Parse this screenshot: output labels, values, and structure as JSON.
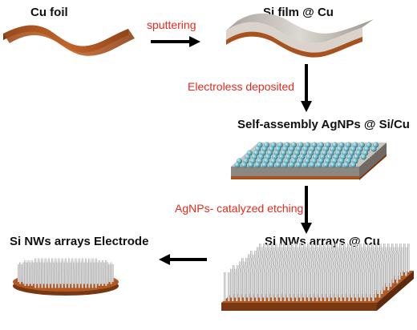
{
  "stages": {
    "cu_foil": "Cu foil",
    "si_film": "Si film @ Cu",
    "agnps": "Self-assembly AgNPs @ Si/Cu",
    "si_nw_arrays": "Si NWs arrays @ Cu",
    "electrode": "Si NWs arrays Electrode"
  },
  "steps": {
    "sputtering": "sputtering",
    "electroless": "Electroless deposited",
    "etching": "AgNPs- catalyzed etching"
  },
  "colors": {
    "copper": "#b35a23",
    "copper_dark": "#7a3812",
    "silicon": "#c9c4bd",
    "silicon_dark": "#8c8780",
    "agnp": "#5fa8b8",
    "nanowire": "#d6d6d6",
    "arrow": "#000000",
    "step_text": "#e8291c"
  }
}
